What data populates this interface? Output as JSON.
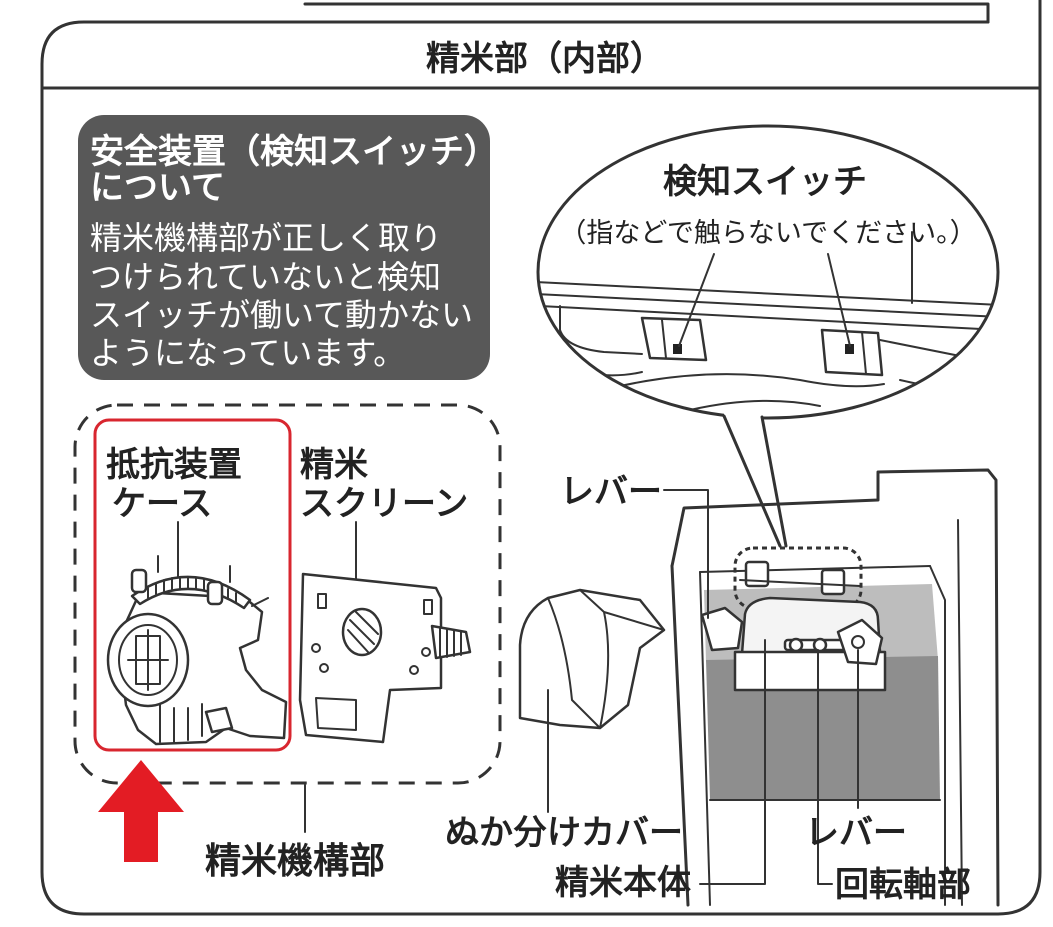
{
  "title": "精米部（内部）",
  "notice": {
    "heading": [
      "安全装置（検知スイッチ）",
      "について"
    ],
    "body": [
      "精米機構部が正しく取り",
      "つけられていないと検知",
      "スイッチが働いて動かない",
      "ようになっています。"
    ]
  },
  "callout": {
    "title": "検知スイッチ",
    "note": "（指などで触らないでください。）"
  },
  "parts": {
    "resistance_case": [
      "抵抗装置",
      "ケース"
    ],
    "screen": [
      "精米",
      "スクリーン"
    ],
    "mechanism": "精米機構部"
  },
  "machine_labels": {
    "lever_top": "レバー",
    "bran_cover": "ぬか分けカバー",
    "lever_bottom": "レバー",
    "body": "精米本体",
    "shaft": "回転軸部"
  },
  "colors": {
    "notice_bg": "#585858",
    "highlight": "#d8262f",
    "arrow": "#e31c24",
    "chamber_light": "#bdbdbd",
    "chamber_dark": "#8e8e8e"
  }
}
